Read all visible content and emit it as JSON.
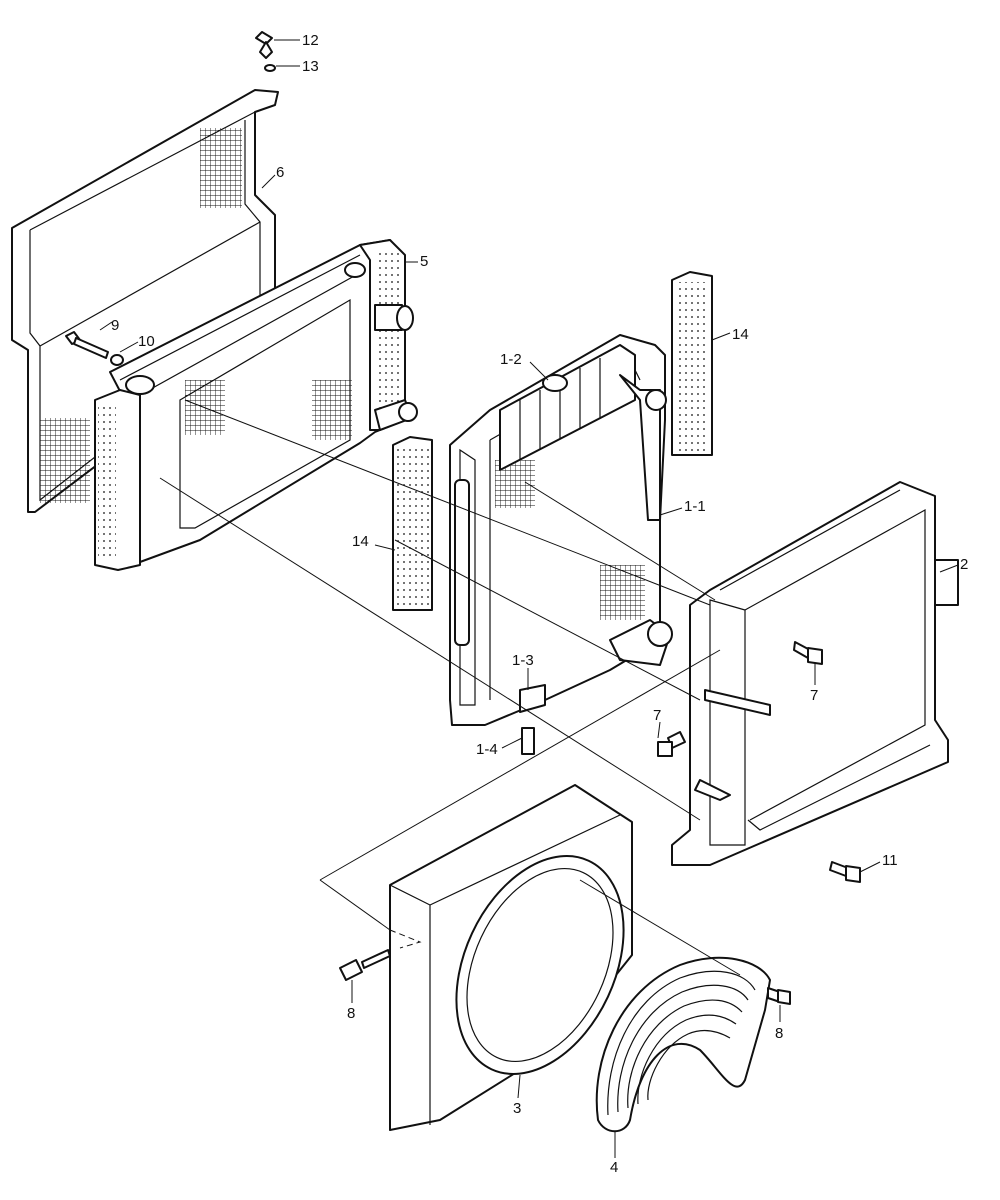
{
  "labels": {
    "p1_1": "1-1",
    "p1_2": "1-2",
    "p1_3": "1-3",
    "p1_4": "1-4",
    "p2": "2",
    "p3": "3",
    "p4": "4",
    "p5": "5",
    "p6": "6",
    "p7a": "7",
    "p7b": "7",
    "p8a": "8",
    "p8b": "8",
    "p9": "9",
    "p10": "10",
    "p11": "11",
    "p12": "12",
    "p13": "13",
    "p14a": "14",
    "p14b": "14"
  }
}
